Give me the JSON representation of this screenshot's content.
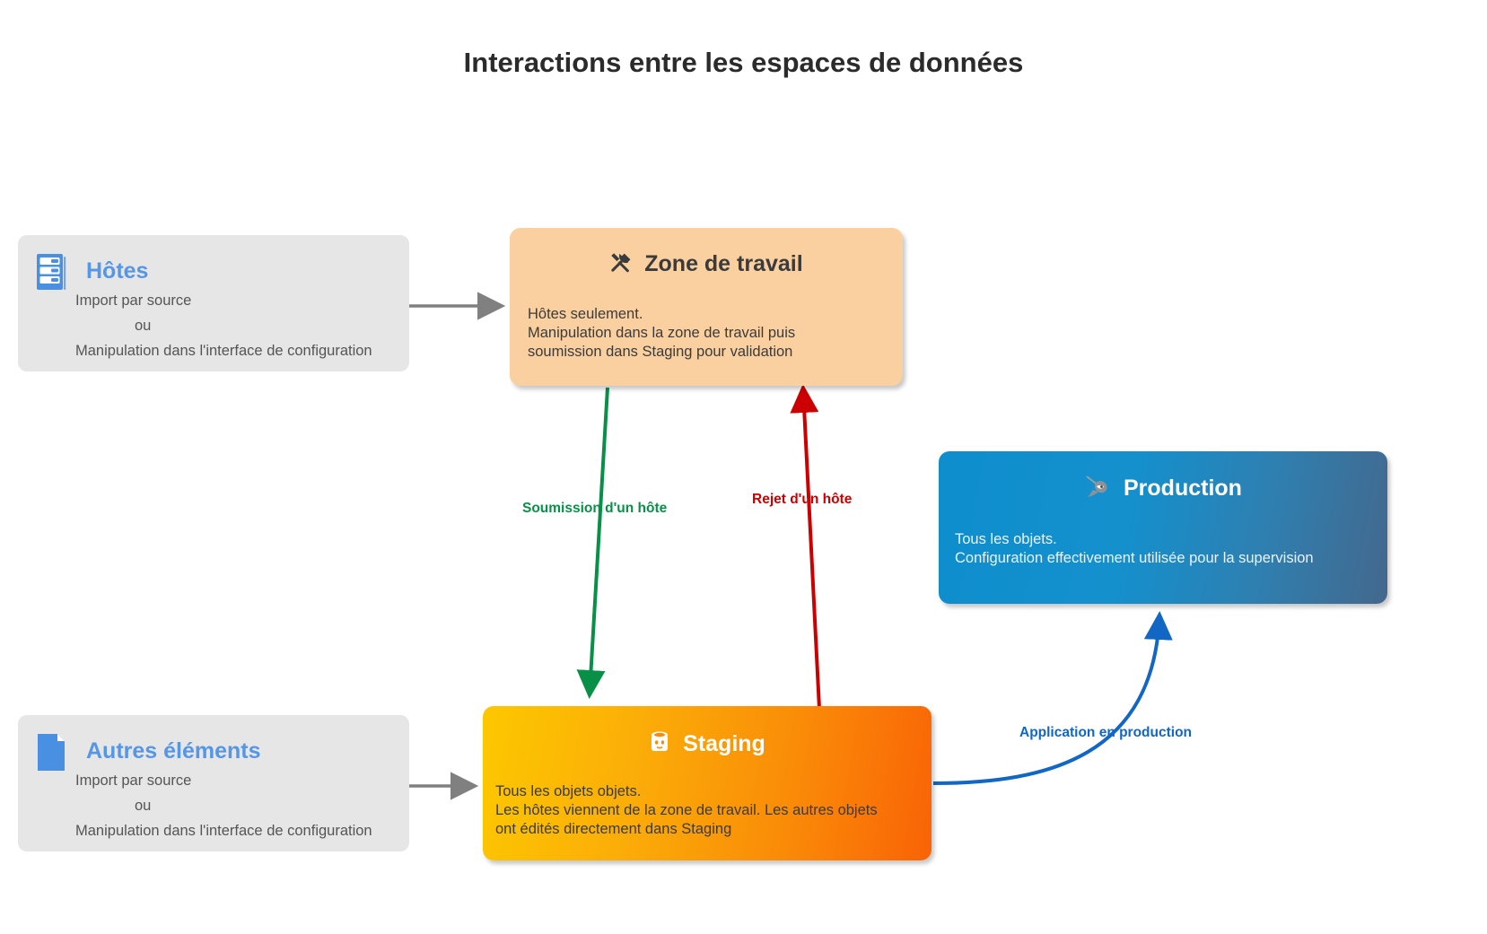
{
  "title": "Interactions entre les espaces de données",
  "colors": {
    "background": "#ffffff",
    "title_text": "#2b2b2b",
    "source_box_bg": "#e6e6e6",
    "source_heading": "#5596e6",
    "source_icon": "#4a90e2",
    "zone_travail_bg": "#fad0a1",
    "staging_gradient_start": "#fdc800",
    "staging_gradient_end": "#f96306",
    "production_gradient_start": "#0e8ecd",
    "production_gradient_end": "#44688d",
    "arrow_grey": "#808080",
    "arrow_green": "#089048",
    "arrow_red": "#cc0000",
    "arrow_blue": "#1266c4"
  },
  "sources": [
    {
      "id": "hotes",
      "icon": "server-rack-icon",
      "heading": "Hôtes",
      "line1": "Import par source",
      "line2": "ou",
      "line3": "Manipulation dans l'interface de configuration"
    },
    {
      "id": "autres-elements",
      "icon": "document-page-icon",
      "heading": "Autres éléments",
      "line1": "Import par source",
      "line2": "ou",
      "line3": "Manipulation dans l'interface de configuration"
    }
  ],
  "nodes": {
    "zone_travail": {
      "icon": "hammer-and-wrench-icon",
      "title": "Zone de travail",
      "body_lines": [
        "Hôtes seulement.",
        "Manipulation dans la zone de travail puis",
        "soumission dans Staging pour validation"
      ]
    },
    "staging": {
      "icon": "database-cylinder-icon",
      "title": "Staging",
      "body_lines": [
        "Tous les objets objets.",
        "Les hôtes viennent de la zone de travail. Les autres objets",
        "ont édités directement dans Staging"
      ]
    },
    "production": {
      "icon": "ninja-icon",
      "title": "Production",
      "body_lines": [
        "Tous les objets.",
        "Configuration effectivement utilisée pour la supervision"
      ]
    }
  },
  "edges": [
    {
      "id": "hotes-to-zone",
      "label": "",
      "color": "#808080"
    },
    {
      "id": "autres-to-staging",
      "label": "",
      "color": "#808080"
    },
    {
      "id": "zone-to-staging",
      "label": "Soumission d'un hôte",
      "color": "#089048"
    },
    {
      "id": "staging-to-zone",
      "label": "Rejet d'un hôte",
      "color": "#cc0000"
    },
    {
      "id": "staging-to-production",
      "label": "Application en production",
      "color": "#1266c4"
    }
  ]
}
